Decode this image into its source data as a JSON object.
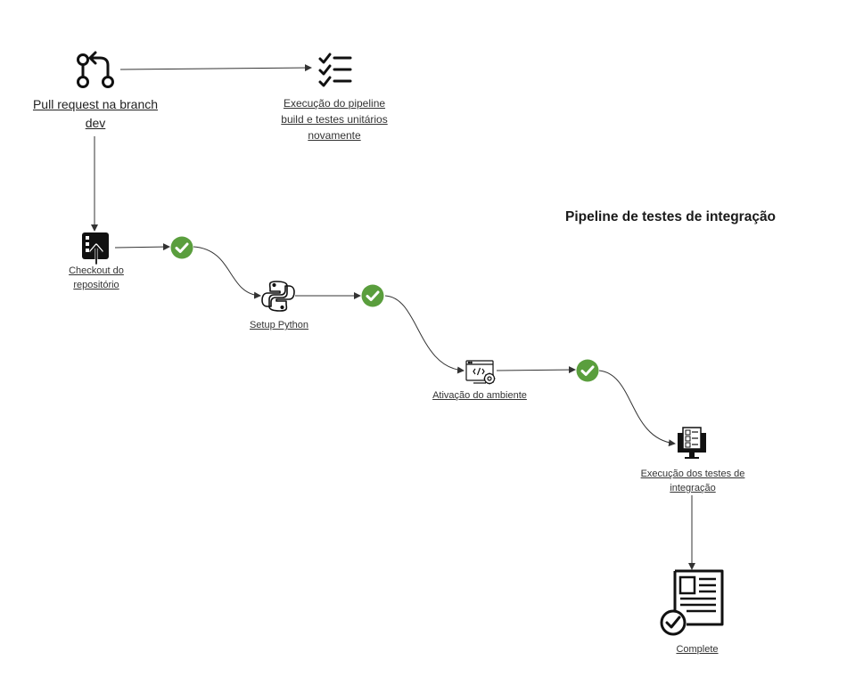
{
  "title": "Pipeline de testes de integração",
  "nodes": {
    "pull_request": {
      "line1": "Pull request na branch",
      "line2": "dev",
      "icon": "git-pull-request-icon"
    },
    "rerun": {
      "line1": "Execução do pipeline",
      "line2": "build e testes unitários",
      "line3": "novamente",
      "icon": "checklist-icon"
    },
    "checkout": {
      "line1": "Checkout do",
      "line2": "repositório",
      "icon": "git-repo-icon"
    },
    "setup_python": {
      "line1": "Setup Python",
      "icon": "python-icon"
    },
    "env": {
      "line1": "Ativação do ambiente",
      "icon": "code-window-gear-icon"
    },
    "integration": {
      "line1": "Execução dos testes de",
      "line2": "integração",
      "icon": "report-monitor-icon"
    },
    "complete": {
      "line1": "Complete",
      "icon": "document-check-icon"
    }
  },
  "colors": {
    "check": "#5a9e3d",
    "line": "#333333",
    "icon": "#111111"
  }
}
